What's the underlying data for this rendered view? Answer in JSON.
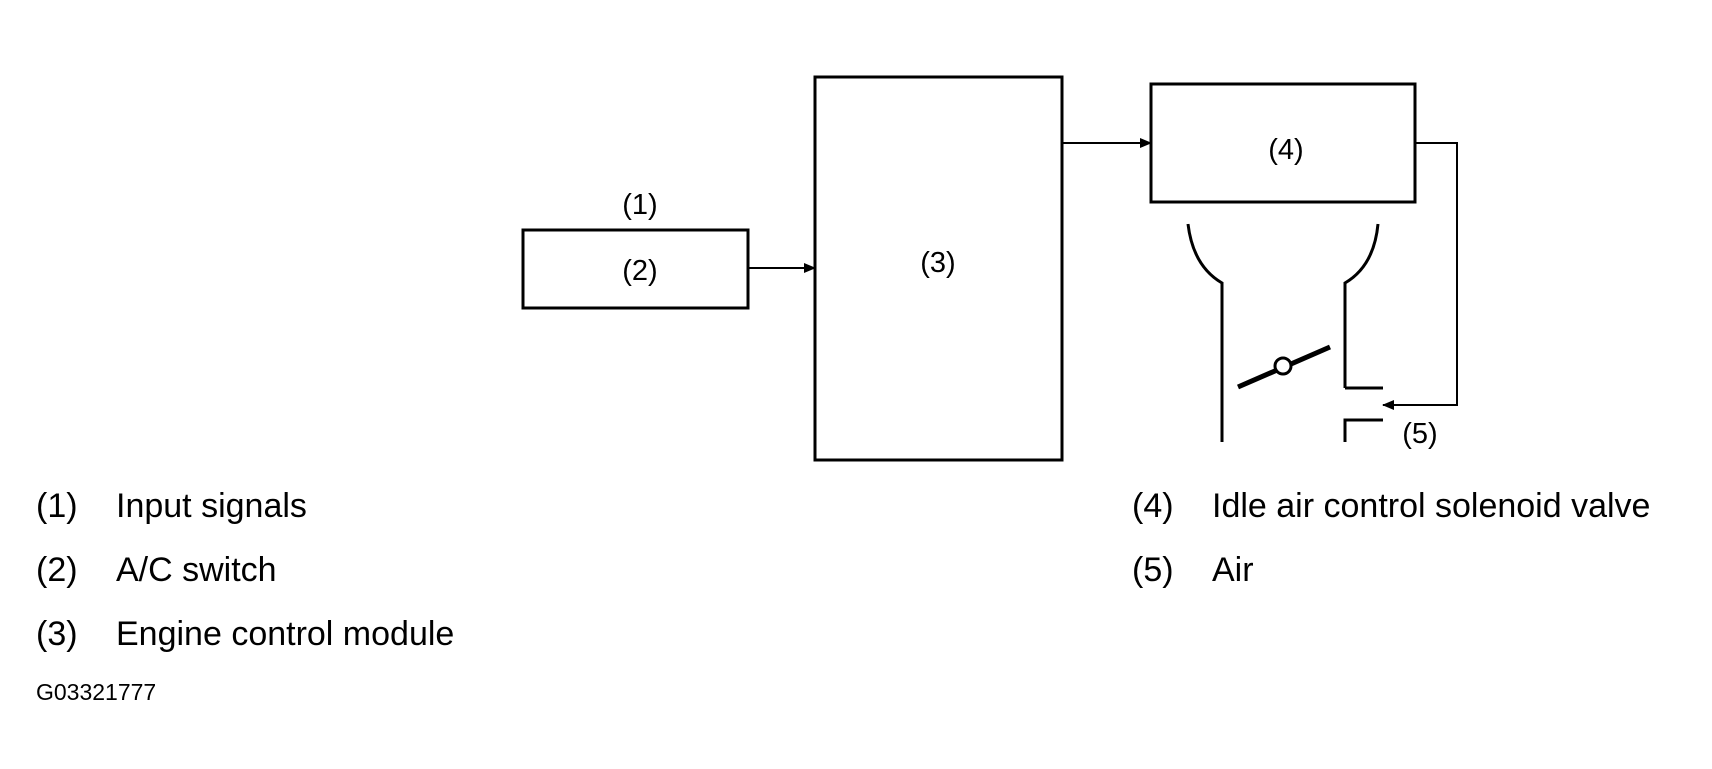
{
  "diagram": {
    "callouts": {
      "input_signals": "(1)",
      "ac_switch": "(2)",
      "ecm": "(3)",
      "iac_valve": "(4)",
      "air": "(5)"
    }
  },
  "legend": [
    {
      "num": "(1)",
      "label": "Input signals"
    },
    {
      "num": "(2)",
      "label": "A/C switch"
    },
    {
      "num": "(3)",
      "label": "Engine control module"
    },
    {
      "num": "(4)",
      "label": "Idle air control solenoid valve"
    },
    {
      "num": "(5)",
      "label": "Air"
    }
  ],
  "figure_id": "G03321777",
  "colors": {
    "line": "#000000",
    "background": "#ffffff"
  }
}
